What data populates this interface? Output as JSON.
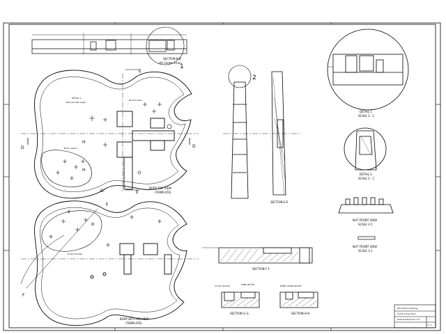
{
  "sections": {
    "view_top_title": "SECTION B-B",
    "view_top_sub": "(At Center Line)",
    "callout_1": "1",
    "callout_2": "2",
    "body_top_title": "BODY TOP VIEW",
    "body_top_sub": "(TEMPLATE)",
    "body_bottom_title": "BODY BOTTOM VIEW",
    "body_bottom_sub": "(TEMPLATE)",
    "section_ee": "SECTION E-E",
    "section_ff": "SECTION F-F",
    "section_gg": "SECTION G-G",
    "section_hh": "SECTION H-H",
    "detail_1": "DETAIL 1",
    "detail_1_scale": "SCALE 2 : 1",
    "detail_2": "DETAIL 2",
    "detail_2_scale": "SCALE 2 : 1",
    "nut_front": "NUT FRONT VIEW",
    "nut_front_scale": "SCALE 2:1",
    "nut_front_view2": "NUT FRONT VIEW",
    "nut_front_view2_scale": "SCALE 1:1"
  },
  "cutting_marks": {
    "e1": "E",
    "e2": "E",
    "d1": "D",
    "d2": "D",
    "f1": "F",
    "f2": "F",
    "g1": "G",
    "g2": "G",
    "h1": "H",
    "h2": "H"
  },
  "notes": {
    "neck_pocket": "Neck Pocket",
    "control_pocket_left": "Control Pocket",
    "control_pocket_right": "Control Pocket",
    "wire_route": "WIRE ROUTE",
    "wire_cover_route": "WIRE COVER ROUTE",
    "top_note_1": "DETAIL 2",
    "top_note_2": "Neck pocket angle",
    "top_note_3": "Body outline"
  },
  "title_block": {
    "line1": "Neck Body Drawing",
    "line2": "Guitar body plans",
    "line3": "www.Guitarplans.com",
    "sheet": "1 / 1"
  }
}
